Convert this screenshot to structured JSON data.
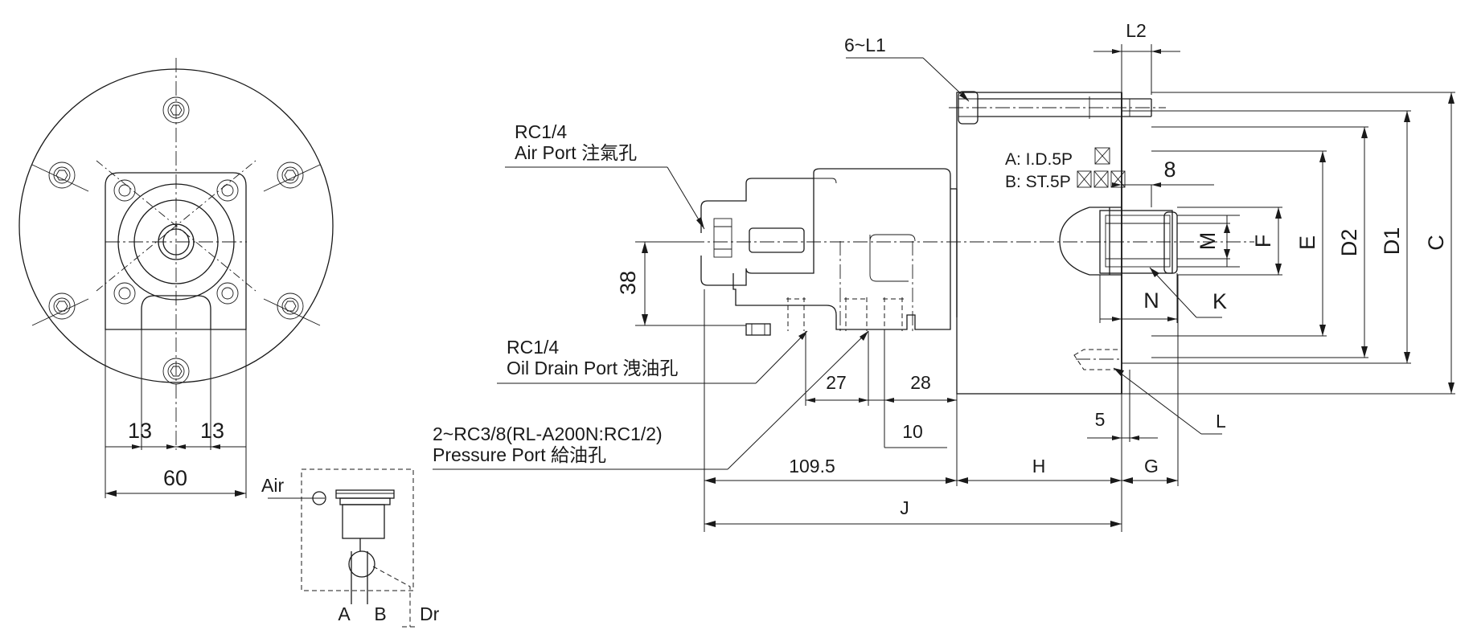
{
  "end_view": {
    "dim_left_13": "13",
    "dim_right_13": "13",
    "dim_60": "60"
  },
  "callouts": {
    "six_l1": "6~L1",
    "l2": "L2",
    "air_port_size": "RC1/4",
    "air_port_label": "Air Port  注氣孔",
    "oil_drain_size": "RC1/4",
    "oil_drain_label": "Oil Drain Port  洩油孔",
    "pressure_port_size": "2~RC3/8(RL-A200N:RC1/2)",
    "pressure_port_label": "Pressure Port  給油孔",
    "type_a": "A: I.D.5P",
    "type_b": "B: ST.5P"
  },
  "dimensions": {
    "d38": "38",
    "d27": "27",
    "d28": "28",
    "d10": "10",
    "d109_5": "109.5",
    "H": "H",
    "G": "G",
    "J": "J",
    "d5": "5",
    "d8": "8",
    "M": "M",
    "F": "F",
    "E": "E",
    "D2": "D2",
    "D1": "D1",
    "C": "C",
    "N": "N",
    "K": "K",
    "L": "L"
  },
  "schematic": {
    "air": "Air",
    "port_a": "A",
    "port_b": "B",
    "port_dr": "Dr"
  }
}
